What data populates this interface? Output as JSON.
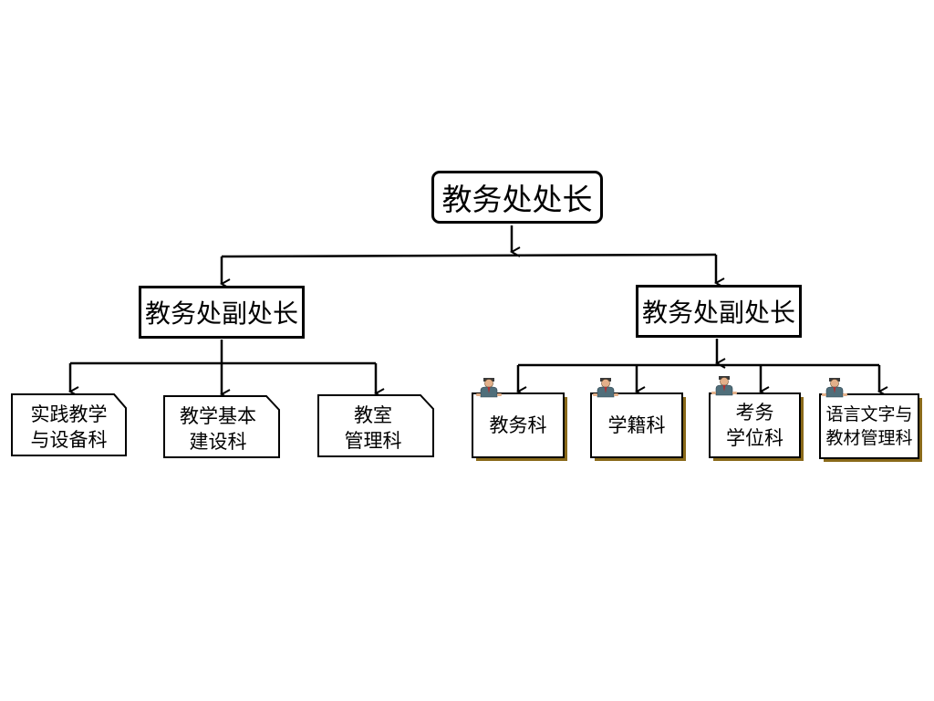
{
  "root": {
    "label": "教务处处长"
  },
  "deputies": [
    {
      "label": "教务处副处长"
    },
    {
      "label": "教务处副处长"
    }
  ],
  "left_units": [
    {
      "line1": "实践教学",
      "line2": "与设备科"
    },
    {
      "line1": "教学基本",
      "line2": "建设科"
    },
    {
      "line1": "教室",
      "line2": "管理科"
    }
  ],
  "right_units": [
    {
      "line1": "教务科"
    },
    {
      "line1": "学籍科"
    },
    {
      "line1": "考务",
      "line2": "学位科"
    },
    {
      "line1": "语言文字与",
      "line2": "教材管理科"
    }
  ],
  "colors": {
    "line": "#000000",
    "box_shadow": "#8a6a1a",
    "figure_suit": "#4f6e7a",
    "figure_skin": "#e3b08a"
  },
  "icons": [
    "person-figure-icon"
  ]
}
